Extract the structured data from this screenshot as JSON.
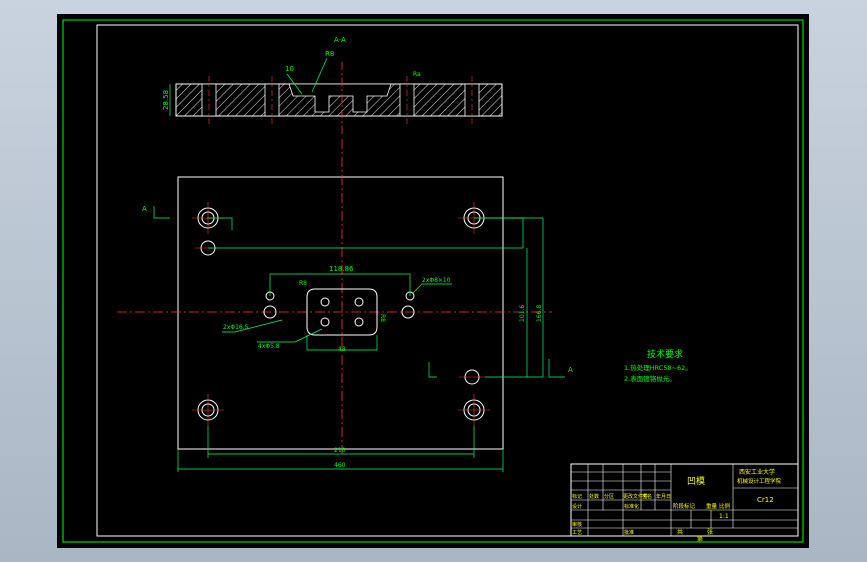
{
  "colors": {
    "border": "#00ff00",
    "outline": "#ffffff",
    "center": "#ff3333",
    "dimension": "#00ff66",
    "text_green": "#00ff00",
    "text_yellow": "#ffff00",
    "title_block_text": "#ffff00",
    "background": "#000000"
  },
  "section": {
    "label": "A-A",
    "callout_10": "10",
    "callout_r": "R8",
    "height": "28.58",
    "roughness": "Ra"
  },
  "view": {
    "arrow_a_left": "A",
    "arrow_a_right": "A",
    "dim_top": "118.86",
    "dim_r_left": "R8",
    "dim_r_right": "R8",
    "dim_holes_right": "2xΦ8×10",
    "dim_holes_left": "2xΦ16.5",
    "dim_small_holes": "4xΦ5.8",
    "dim_cavity_w": "48",
    "dim_v1": "101.6",
    "dim_v2": "166.8",
    "dim_h1": "210",
    "dim_h2": "460"
  },
  "notes": {
    "title": "技术要求",
    "line1": "1.热处理HRC58~62。",
    "line2": "2.表面镀铬抛光。"
  },
  "title_block": {
    "part_name": "凹模",
    "school": "西安工业大学",
    "dept": "机械设计工程学院",
    "material": "Cr12",
    "stage_label": "阶段标记",
    "weight_label": "重量",
    "scale_label": "比例",
    "scale_value": "1:1",
    "sheet_total": "共",
    "sheet_num": "张",
    "sheet_of": "第",
    "row_labels": [
      "标记",
      "处数",
      "分区",
      "更改文件号",
      "签名",
      "年月日"
    ],
    "left_labels": [
      "设计",
      "审核",
      "工艺"
    ],
    "std_label": "标准化",
    "approve_label": "批准"
  }
}
